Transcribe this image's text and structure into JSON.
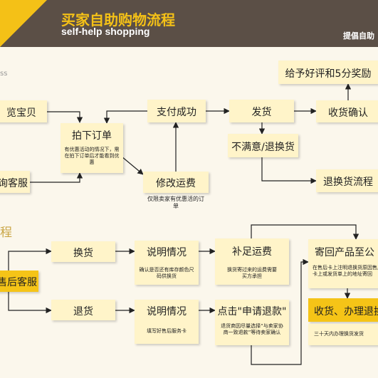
{
  "header": {
    "title": "买家自助购物流程",
    "subtitle": "self-help shopping",
    "right_text": "提倡自助"
  },
  "section1": {
    "tail_text": "ss",
    "browse": "览宝贝",
    "consult": "询客服",
    "place_order": {
      "label": "拍下订单",
      "note": "有优惠活动的情况下，需在拍下订单后才能看到优惠"
    },
    "pay_success": "支付成功",
    "ship": "发货",
    "receive_confirm": "收货确认",
    "good_review": "给予好评和5分奖励",
    "unsatisfied": "不满意/退换货",
    "return_flow": "退换货流程",
    "modify_shipping": {
      "label": "修改运费",
      "note": "仅限卖家有优惠活的订单"
    }
  },
  "section2": {
    "title": "程",
    "after_sales": "售后客服",
    "exchange": "换货",
    "refund": "退货",
    "explain1": {
      "label": "说明情况",
      "note": "确认是否还有库存颜色尺码供换货"
    },
    "explain2": {
      "label": "说明情况",
      "note": "填写好售后服务卡"
    },
    "add_shipping": {
      "label": "补足运费",
      "note": "换货寄过来的运费需要买方承担"
    },
    "apply_refund": {
      "label": "点击\"申请退款\"",
      "note": "退货商因尽量选择“与卖家协商一致退款”等待卖家确认"
    },
    "send_back": {
      "label": "寄回产品至公",
      "note": "在售后卡上注明退换货原因售后卡上或发货单上的地址寄回"
    },
    "receive_refund": {
      "label": "收货、办理退换",
      "note": "三十天内办理换货发货"
    }
  },
  "colors": {
    "header_bg": "#5b4f46",
    "accent_yellow": "#f4c117",
    "box_fill": "#fff4c9",
    "page_bg": "#fbf7ec"
  }
}
